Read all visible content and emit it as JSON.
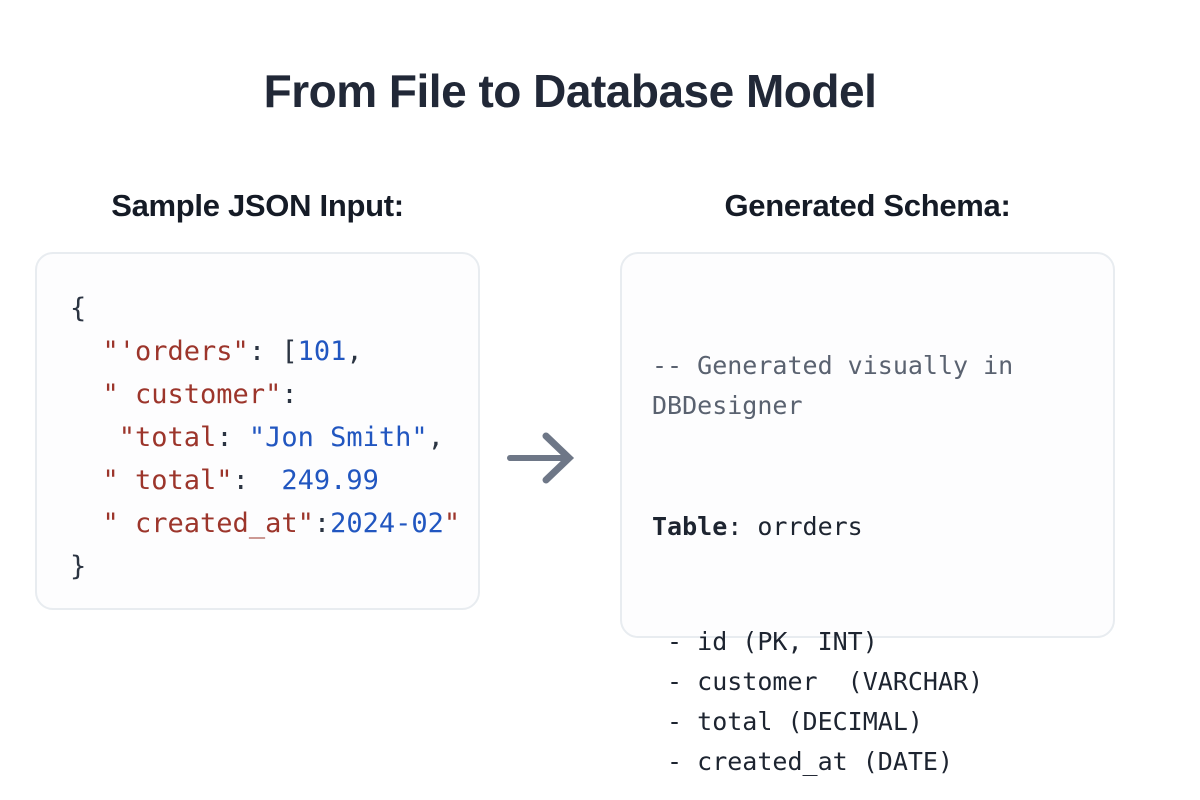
{
  "title": "From File to Database Model",
  "left_panel": {
    "label": "Sample JSON Input:",
    "code_lines": [
      [
        {
          "t": "{",
          "c": "plain"
        }
      ],
      [
        {
          "t": "  ",
          "c": "plain"
        },
        {
          "t": "\"'orders\"",
          "c": "key"
        },
        {
          "t": ": [",
          "c": "plain"
        },
        {
          "t": "101",
          "c": "num"
        },
        {
          "t": ",",
          "c": "plain"
        }
      ],
      [
        {
          "t": "  ",
          "c": "plain"
        },
        {
          "t": "\" customer\"",
          "c": "key"
        },
        {
          "t": ":",
          "c": "plain"
        }
      ],
      [
        {
          "t": "   ",
          "c": "plain"
        },
        {
          "t": "\"total",
          "c": "key"
        },
        {
          "t": ": ",
          "c": "plain"
        },
        {
          "t": "\"Jon Smith\"",
          "c": "str"
        },
        {
          "t": ",",
          "c": "plain"
        }
      ],
      [
        {
          "t": "  ",
          "c": "plain"
        },
        {
          "t": "\" total\"",
          "c": "key"
        },
        {
          "t": ":  ",
          "c": "plain"
        },
        {
          "t": "249.99",
          "c": "num"
        }
      ],
      [
        {
          "t": "  ",
          "c": "plain"
        },
        {
          "t": "\" created_at\"",
          "c": "key"
        },
        {
          "t": ":",
          "c": "plain"
        },
        {
          "t": "2024-02",
          "c": "num"
        },
        {
          "t": "\"",
          "c": "key"
        }
      ],
      [
        {
          "t": "}",
          "c": "plain"
        }
      ]
    ]
  },
  "right_panel": {
    "label": "Generated Schema:",
    "comment_lines": [
      [
        {
          "t": "-- Generated visually in",
          "c": "comment"
        }
      ],
      [
        {
          "t": "DBDesigner",
          "c": "comment"
        }
      ]
    ],
    "table_line": [
      {
        "t": "Table",
        "c": "bold"
      },
      {
        "t": ": orrders",
        "c": "plain"
      }
    ],
    "field_lines": [
      [
        {
          "t": " - id (PK, INT)",
          "c": "plain"
        }
      ],
      [
        {
          "t": " - customer  (VARCHAR)",
          "c": "plain"
        }
      ],
      [
        {
          "t": " - total (DECIMAL)",
          "c": "plain"
        }
      ],
      [
        {
          "t": " - created_at (DATE)",
          "c": "plain"
        }
      ]
    ]
  },
  "icons": {
    "arrow": "right-arrow-icon"
  },
  "colors": {
    "title_text": "#212837",
    "label_text": "#151b26",
    "panel_border": "#e8ecf0",
    "panel_bg": "#fdfdfe",
    "code_plain": "#2b3442",
    "code_key": "#9c352b",
    "code_value": "#2156c0",
    "code_comment": "#5a6270",
    "schema_text": "#1d2430",
    "arrow": "#6e7787"
  }
}
